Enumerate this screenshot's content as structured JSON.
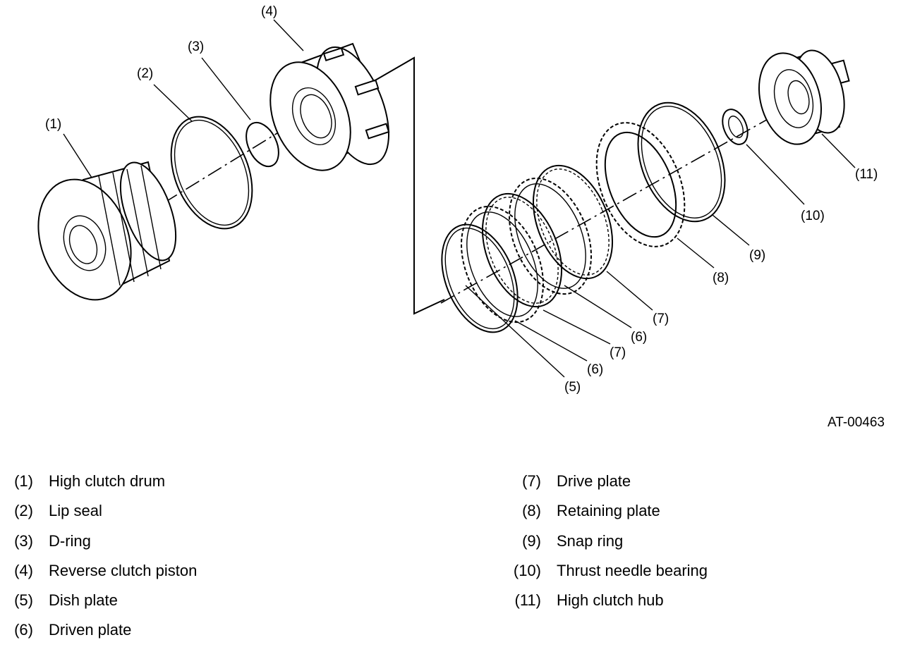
{
  "callouts": {
    "c1": "(1)",
    "c2": "(2)",
    "c3": "(3)",
    "c4": "(4)",
    "c5": "(5)",
    "c6a": "(6)",
    "c6b": "(6)",
    "c7a": "(7)",
    "c7b": "(7)",
    "c8": "(8)",
    "c9": "(9)",
    "c10": "(10)",
    "c11": "(11)"
  },
  "figure_id": "AT-00463",
  "legend_left": [
    {
      "num": "(1)",
      "label": "High clutch drum"
    },
    {
      "num": "(2)",
      "label": "Lip seal"
    },
    {
      "num": "(3)",
      "label": "D-ring"
    },
    {
      "num": "(4)",
      "label": "Reverse clutch piston"
    },
    {
      "num": "(5)",
      "label": "Dish plate"
    },
    {
      "num": "(6)",
      "label": "Driven plate"
    }
  ],
  "legend_right": [
    {
      "num": "(7)",
      "label": "Drive plate"
    },
    {
      "num": "(8)",
      "label": "Retaining plate"
    },
    {
      "num": "(9)",
      "label": "Snap ring"
    },
    {
      "num": "(10)",
      "label": "Thrust needle bearing"
    },
    {
      "num": "(11)",
      "label": "High clutch hub"
    }
  ]
}
